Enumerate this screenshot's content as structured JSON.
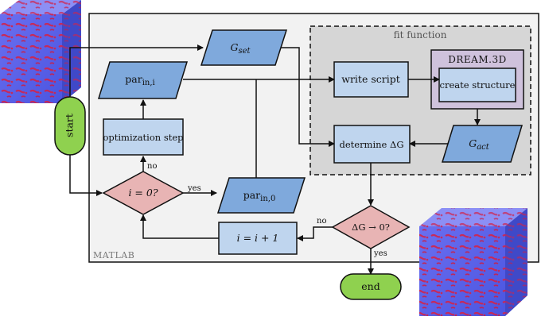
{
  "title": "",
  "container_labels": {
    "matlab": "MATLAB",
    "fit_function": "fit function",
    "dream3d": "DREAM.3D"
  },
  "nodes": {
    "start": "start",
    "end": "end",
    "g_set_base": "G",
    "g_set_sub": "set",
    "g_act_base": "G",
    "g_act_sub": "act",
    "par_in_i_base": "par",
    "par_in_i_sub": "in,i",
    "par_in_0_base": "par",
    "par_in_0_sub": "in,0",
    "write_script": "write script",
    "create_structure": "create structure",
    "determine": "determine  ΔG",
    "optimization_step": "optimization step",
    "decision_i": "i = 0?",
    "decision_dg": "ΔG → 0?",
    "increment": "i = i + 1"
  },
  "edge_labels": {
    "no_left": "no",
    "yes_left": "yes",
    "no_right": "no",
    "yes_right": "yes"
  },
  "colors": {
    "process_fill": "#bfd5ee",
    "data_fill": "#7fa9dc",
    "decision_fill": "#e8b4b4",
    "terminal_fill": "#8fd14f",
    "dream_fill": "#cfc2dc",
    "fit_fill": "#d6d6d6",
    "matlab_fill": "#f2f2f2"
  },
  "icons": [
    "microstructure-cube-icon"
  ]
}
